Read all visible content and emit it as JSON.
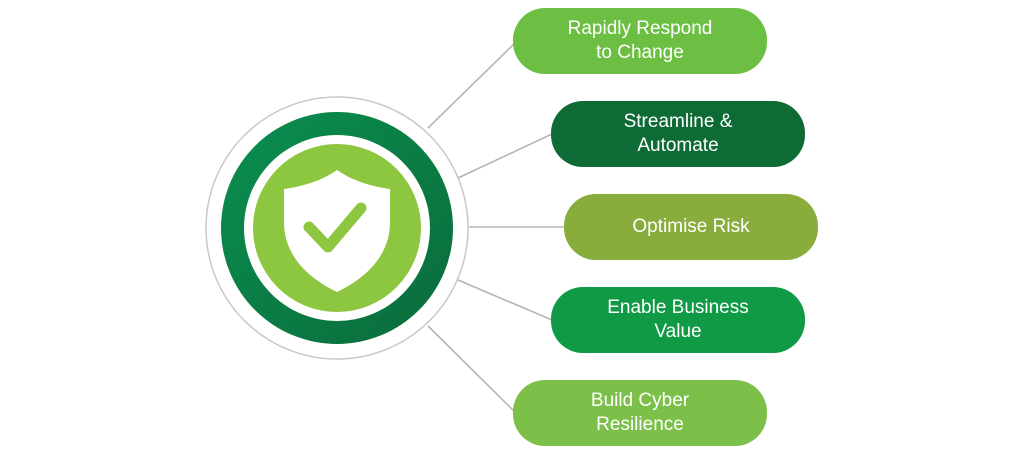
{
  "colors": {
    "dark_green": "#0a6b3a",
    "mid_green": "#0a8a4a",
    "bright_green": "#109a46",
    "lime_green": "#6cbf42",
    "olive_green": "#88ad3d",
    "light_green": "#8dc63f",
    "connector_gray": "#b5b5b5",
    "white": "#ffffff"
  },
  "icons": {
    "center": "shield-check-icon"
  },
  "items": [
    {
      "label": "Rapidly Respond\nto Change",
      "color": "#6cbf42"
    },
    {
      "label": "Streamline &\nAutomate",
      "color": "#0f6b35"
    },
    {
      "label": "Optimise Risk",
      "color": "#88ad3d"
    },
    {
      "label": "Enable Business\nValue",
      "color": "#109a46"
    },
    {
      "label": "Build Cyber\nResilience",
      "color": "#7cc04a"
    }
  ]
}
